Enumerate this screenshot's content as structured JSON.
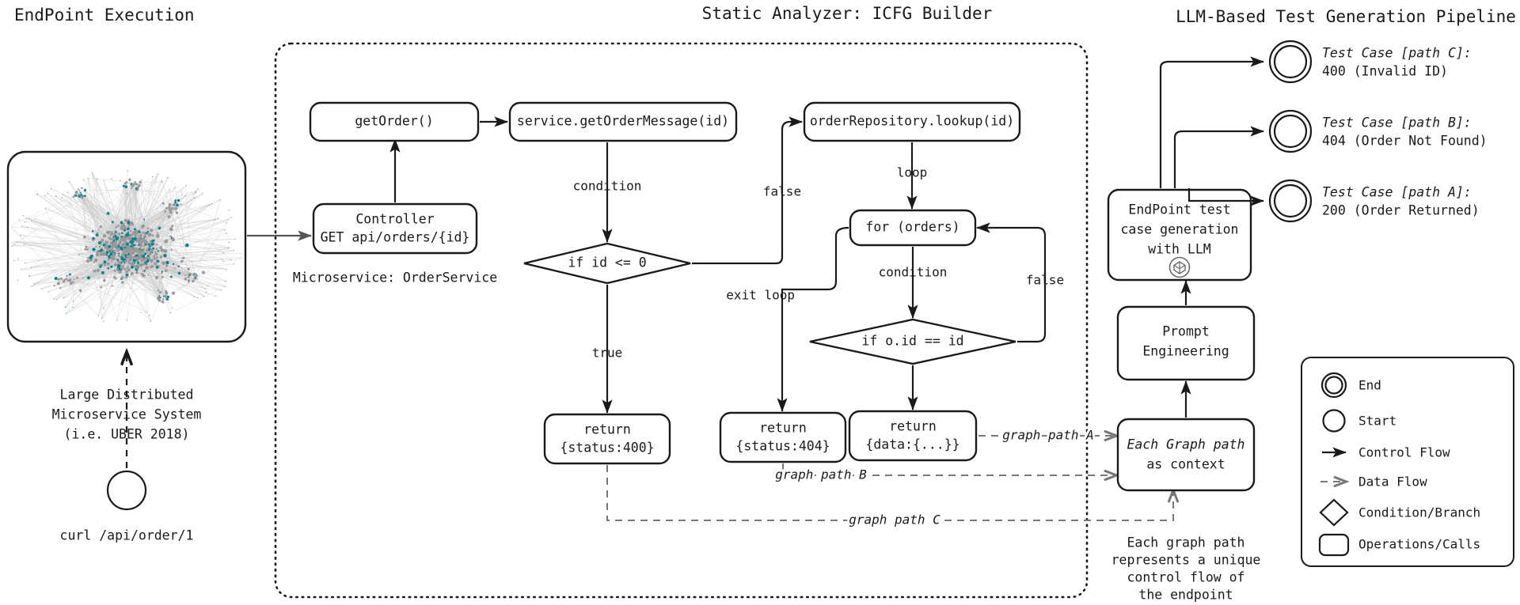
{
  "sections": {
    "left_title": "EndPoint Execution",
    "center_title": "Static Analyzer: ICFG Builder",
    "right_title": "LLM-Based Test Generation Pipeline"
  },
  "left_panel": {
    "graph_caption_line1": "Large Distributed",
    "graph_caption_line2": "Microservice System",
    "graph_caption_line3": "(i.e. UBER 2018)",
    "start_node_icon": "start-circle-icon",
    "curl_command": "curl /api/order/1",
    "graph_node_color": "#13808f",
    "graph_edge_color": "#b9b9b9"
  },
  "icfg": {
    "nodes": {
      "get_order": "getOrder()",
      "controller_line1": "Controller",
      "controller_line2": "GET api/orders/{id}",
      "microservice_note": "Microservice: OrderService",
      "service_get_order_message": "service.getOrderMessage(id)",
      "order_repository_lookup": "orderRepository.lookup(id)",
      "for_orders": "for (orders)",
      "if_id": "if id <= 0",
      "if_oid": "if o.id == id",
      "return_400_line1": "return",
      "return_400_line2": "{status:400}",
      "return_404_line1": "return",
      "return_404_line2": "{status:404}",
      "return_data_line1": "return",
      "return_data_line2": "{data:{...}}"
    },
    "edge_labels": {
      "condition_1": "condition",
      "condition_2": "condition",
      "true": "true",
      "false_if_id": "false",
      "false_loop": "false",
      "loop": "loop",
      "exit_loop": "exit loop",
      "graph_path_a": "graph path A",
      "graph_path_b": "graph path B",
      "graph_path_c": "graph path C"
    }
  },
  "pipeline": {
    "endpoint_test_gen_line1": "EndPoint test",
    "endpoint_test_gen_line2": "case generation",
    "endpoint_test_gen_line3": "with LLM",
    "llm_icon": "openai-logo-icon",
    "prompt_engineering_line1": "Prompt",
    "prompt_engineering_line2": "Engineering",
    "graph_path_context_line1": "Each Graph path",
    "graph_path_context_line2": "as context",
    "note_line1": "Each graph path",
    "note_line2": "represents a unique",
    "note_line3": "control flow of",
    "note_line4": "the endpoint",
    "test_cases": [
      {
        "label_line1": "Test Case [path C]:",
        "label_line2": "400 (Invalid ID)",
        "icon": "end-double-circle-icon"
      },
      {
        "label_line1": "Test Case [path B]:",
        "label_line2": "404 (Order Not Found)",
        "icon": "end-double-circle-icon"
      },
      {
        "label_line1": "Test Case [path A]:",
        "label_line2": "200 (Order Returned)",
        "icon": "end-double-circle-icon"
      }
    ]
  },
  "legend": {
    "items": [
      {
        "icon": "end-double-circle-icon",
        "label": "End"
      },
      {
        "icon": "start-circle-icon",
        "label": "Start"
      },
      {
        "icon": "control-flow-arrow-icon",
        "label": "Control Flow"
      },
      {
        "icon": "data-flow-dashed-arrow-icon",
        "label": "Data Flow"
      },
      {
        "icon": "diamond-icon",
        "label": "Condition/Branch"
      },
      {
        "icon": "rounded-rect-icon",
        "label": "Operations/Calls"
      }
    ]
  }
}
